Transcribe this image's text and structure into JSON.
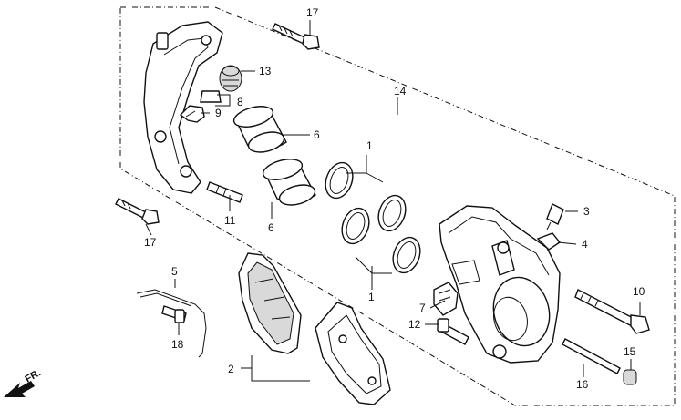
{
  "diagram": {
    "callouts": {
      "p1a": "1",
      "p1b": "1",
      "p2": "2",
      "p3": "3",
      "p4": "4",
      "p5": "5",
      "p6a": "6",
      "p6b": "6",
      "p7": "7",
      "p8": "8",
      "p9": "9",
      "p10": "10",
      "p11": "11",
      "p12": "12",
      "p13": "13",
      "p14": "14",
      "p15": "15",
      "p16": "16",
      "p17a": "17",
      "p17b": "17",
      "p18": "18"
    },
    "front_indicator": "FR."
  }
}
